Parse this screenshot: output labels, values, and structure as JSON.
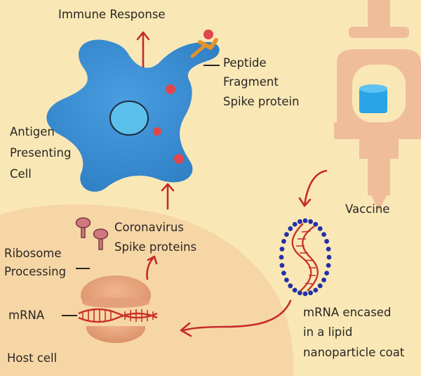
{
  "labels": {
    "immune_response": "Immune Response",
    "peptide_line1": "Peptide",
    "peptide_line2": "Fragment",
    "peptide_line3": "Spike protein",
    "apc_line1": "Antigen",
    "apc_line2": "Presenting",
    "apc_line3": "Cell",
    "vaccine": "Vaccine",
    "coronavirus_line1": "Coronavirus",
    "coronavirus_line2": "Spike proteins",
    "ribosome_line1": "Ribosome",
    "ribosome_line2": "Processing",
    "mrna": "mRNA",
    "lnp_line1": "mRNA encased",
    "lnp_line2": "in a lipid",
    "lnp_line3": "nanoparticle coat",
    "host_cell": "Host cell"
  },
  "colors": {
    "background": "#f9e8b6",
    "host_cell": "#f7d6a6",
    "cell_blue": "#3d8fd4",
    "nucleus": "#5cc0ec",
    "red_dot": "#e0474c",
    "arrow_red": "#c62a2a",
    "syringe": "#f0bd9b",
    "vaccine_fluid": "#29a4e6",
    "lipid_blue": "#2430a8",
    "rna_red": "#c9312b",
    "ribosome": "#e9a47c",
    "spike_protein": "#d07780",
    "peptide_orange": "#e2932c"
  }
}
